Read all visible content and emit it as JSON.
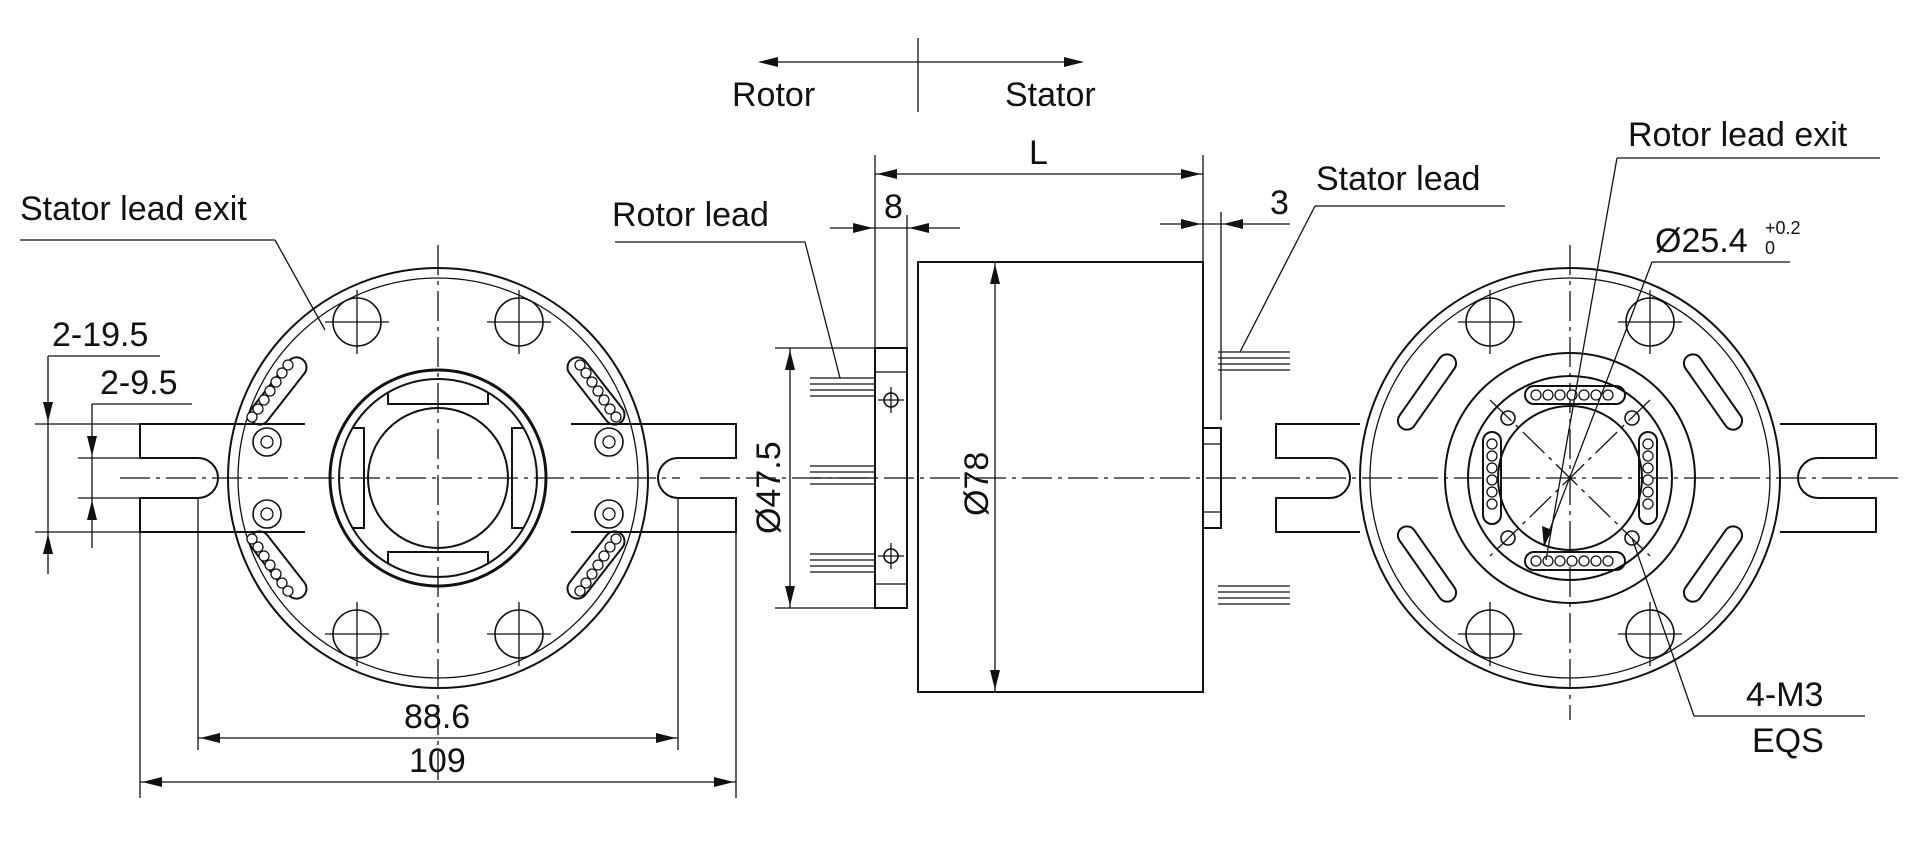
{
  "direction": {
    "left": "Rotor",
    "right": "Stator"
  },
  "labels": {
    "stator_lead_exit": "Stator lead exit",
    "rotor_lead": "Rotor lead",
    "stator_lead": "Stator lead",
    "rotor_lead_exit": "Rotor lead exit",
    "length": "L",
    "m3": "4-M3",
    "eqs": "EQS"
  },
  "dimensions": {
    "slot_outer": "2-19.5",
    "slot_inner": "2-9.5",
    "hole_span": "88.6",
    "overall_width": "109",
    "flange_thickness": "8",
    "stator_gap": "3",
    "flange_dia": "Ø47.5",
    "body_dia": "Ø78",
    "bore_dia": "Ø25.4",
    "bore_tol_upper": "+0.2",
    "bore_tol_lower": "0"
  }
}
